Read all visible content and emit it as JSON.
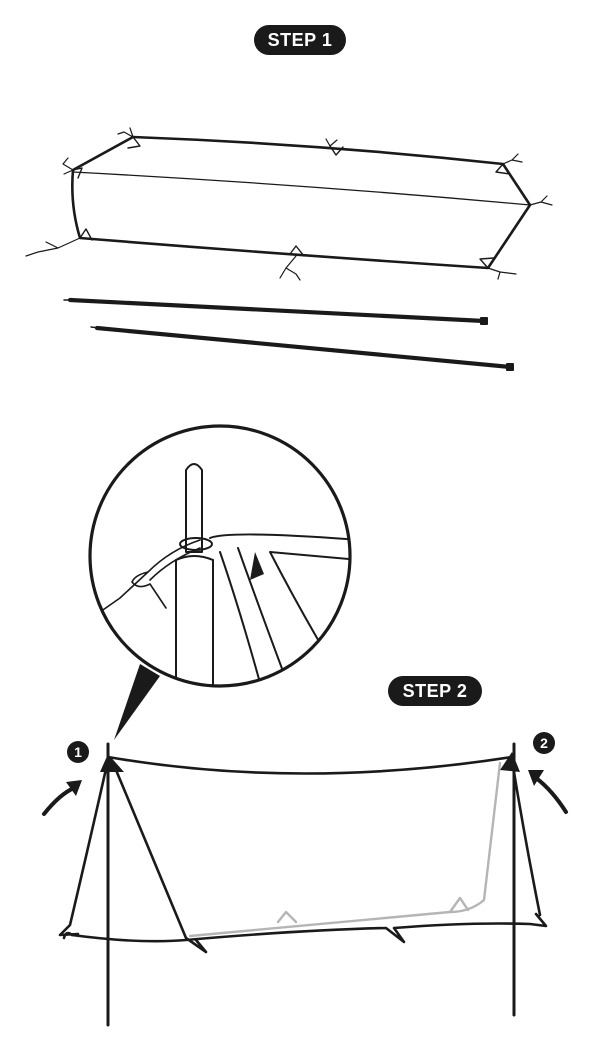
{
  "step1": {
    "label": "STEP 1"
  },
  "step2": {
    "label": "STEP 2"
  },
  "markers": [
    {
      "label": "1",
      "icon": "arrow-up-icon"
    },
    {
      "label": "2",
      "icon": "arrow-up-icon"
    }
  ],
  "colors": {
    "ink": "#1a1a1a",
    "ghost": "#b5b5b5",
    "badge": "#1a1a1a"
  }
}
